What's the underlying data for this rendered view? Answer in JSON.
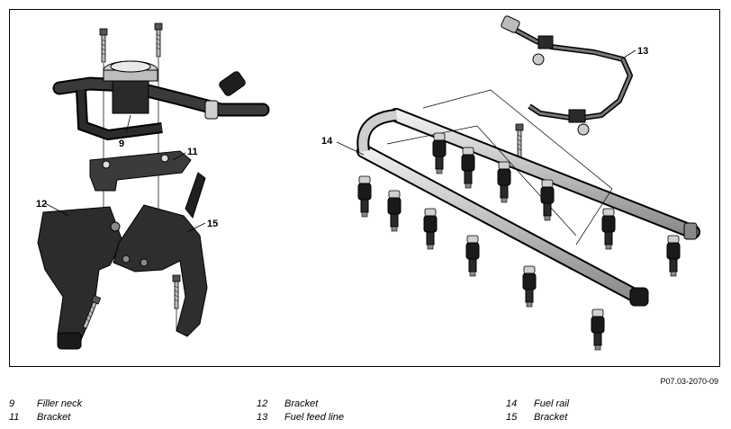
{
  "figure_ref": "P07.03-2070-09",
  "callouts": {
    "c9": "9",
    "c11": "11",
    "c12": "12",
    "c13": "13",
    "c14": "14",
    "c15": "15"
  },
  "legend": [
    [
      {
        "num": "9",
        "text": "Filler neck"
      },
      {
        "num": "11",
        "text": "Bracket"
      }
    ],
    [
      {
        "num": "12",
        "text": "Bracket"
      },
      {
        "num": "13",
        "text": "Fuel feed line"
      }
    ],
    [
      {
        "num": "14",
        "text": "Fuel rail"
      },
      {
        "num": "15",
        "text": "Bracket"
      }
    ]
  ]
}
